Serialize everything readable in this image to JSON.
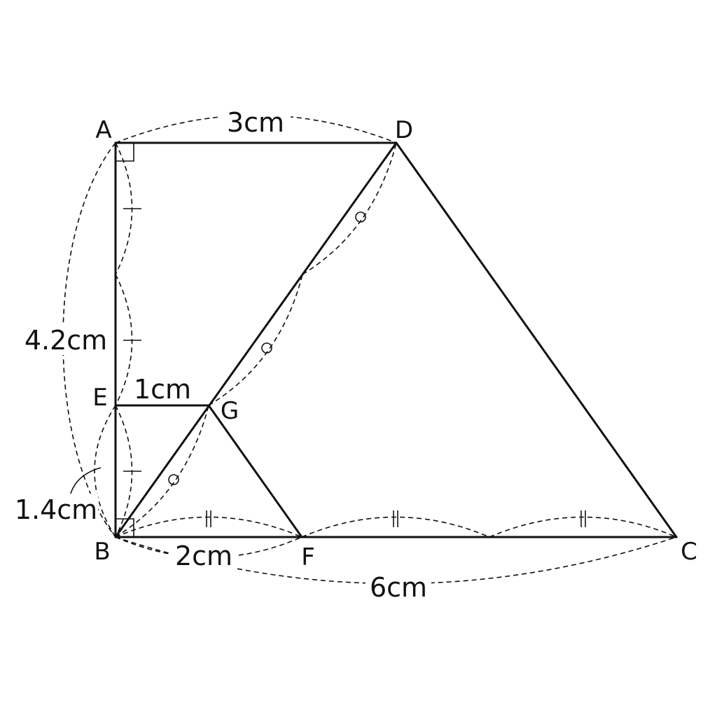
{
  "points": {
    "A": "A",
    "B": "B",
    "C": "C",
    "D": "D",
    "E": "E",
    "F": "F",
    "G": "G"
  },
  "measurements": {
    "AD": "3cm",
    "AB": "4.2cm",
    "EG": "1cm",
    "EB": "1.4cm",
    "BF": "2cm",
    "BC": "6cm"
  },
  "colors": {
    "line": "#111111",
    "background": "#ffffff"
  }
}
